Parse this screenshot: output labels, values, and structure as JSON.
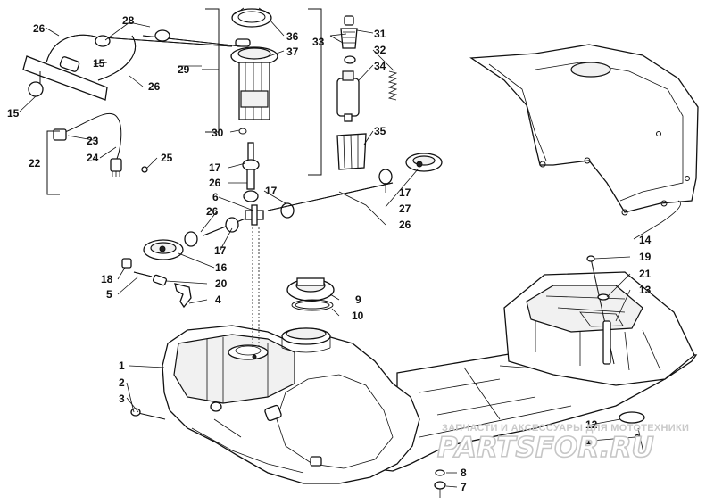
{
  "labels": {
    "l1": "1",
    "l2": "2",
    "l3": "3",
    "l4": "4",
    "l5": "5",
    "l6": "6",
    "l7": "7",
    "l8": "8",
    "l9": "9",
    "l10": "10",
    "l11": "11",
    "l12": "12",
    "l13": "13",
    "l14": "14",
    "l15a": "15",
    "l15b": "15",
    "l16": "16",
    "l17a": "17",
    "l17b": "17",
    "l17c": "17",
    "l17d": "17",
    "l18": "18",
    "l19": "19",
    "l20": "20",
    "l21": "21",
    "l22": "22",
    "l23": "23",
    "l24": "24",
    "l25": "25",
    "l26a": "26",
    "l26b": "26",
    "l26c": "26",
    "l26d": "26",
    "l26e": "26",
    "l27": "27",
    "l28": "28",
    "l29": "29",
    "l30": "30",
    "l31": "31",
    "l32": "32",
    "l33": "33",
    "l34": "34",
    "l35": "35",
    "l36": "36",
    "l37": "37"
  },
  "watermark": {
    "text": "ЗАПЧАСТИ И АКСЕССУАРЫ ДЛЯ МОТОТЕХНИКИ",
    "logo": "PARTSFOR.RU"
  }
}
